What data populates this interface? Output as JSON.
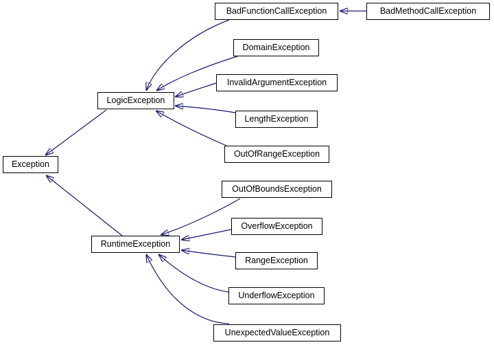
{
  "diagram": {
    "kind": "class-inheritance-graph",
    "colors": {
      "background": "#ffffff",
      "edge": "#191970",
      "node_border": "#000000",
      "node_background": "#ffffff",
      "node_text": "#000000"
    },
    "nodes": [
      {
        "label": "Exception"
      },
      {
        "label": "LogicException"
      },
      {
        "label": "RuntimeException"
      },
      {
        "label": "BadFunctionCallException"
      },
      {
        "label": "BadMethodCallException"
      },
      {
        "label": "DomainException"
      },
      {
        "label": "InvalidArgumentException"
      },
      {
        "label": "LengthException"
      },
      {
        "label": "OutOfRangeException"
      },
      {
        "label": "OutOfBoundsException"
      },
      {
        "label": "OverflowException"
      },
      {
        "label": "RangeException"
      },
      {
        "label": "UnderflowException"
      },
      {
        "label": "UnexpectedValueException"
      }
    ],
    "edges": [
      {
        "from": "LogicException",
        "to": "Exception"
      },
      {
        "from": "RuntimeException",
        "to": "Exception"
      },
      {
        "from": "BadFunctionCallException",
        "to": "LogicException"
      },
      {
        "from": "BadMethodCallException",
        "to": "BadFunctionCallException"
      },
      {
        "from": "DomainException",
        "to": "LogicException"
      },
      {
        "from": "InvalidArgumentException",
        "to": "LogicException"
      },
      {
        "from": "LengthException",
        "to": "LogicException"
      },
      {
        "from": "OutOfRangeException",
        "to": "LogicException"
      },
      {
        "from": "OutOfBoundsException",
        "to": "RuntimeException"
      },
      {
        "from": "OverflowException",
        "to": "RuntimeException"
      },
      {
        "from": "RangeException",
        "to": "RuntimeException"
      },
      {
        "from": "UnderflowException",
        "to": "RuntimeException"
      },
      {
        "from": "UnexpectedValueException",
        "to": "RuntimeException"
      }
    ]
  }
}
